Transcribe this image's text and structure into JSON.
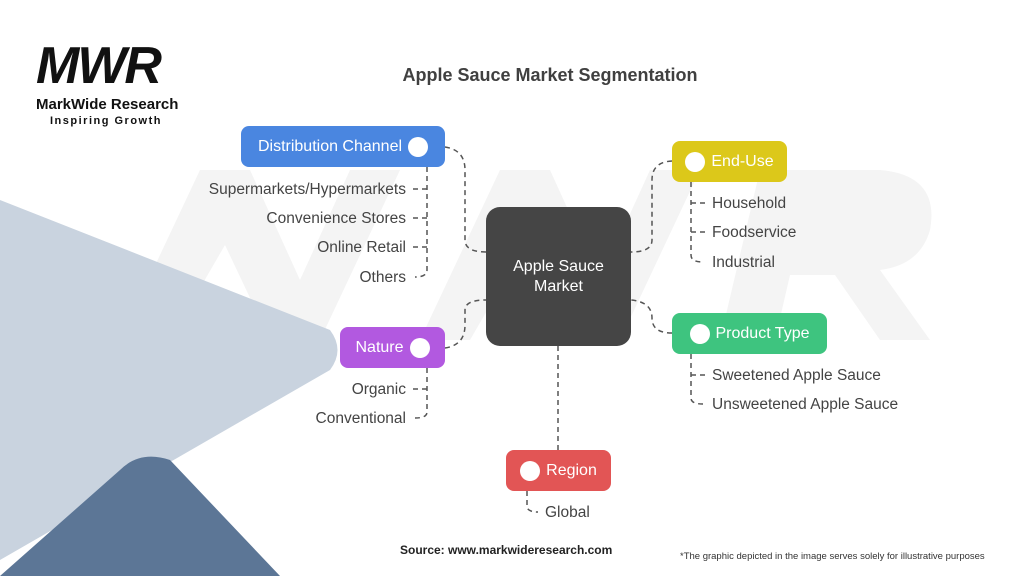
{
  "logo": {
    "mark": "MWR",
    "name": "MarkWide Research",
    "tagline": "Inspiring Growth"
  },
  "title": "Apple Sauce Market Segmentation",
  "center": {
    "line1": "Apple Sauce",
    "line2": "Market"
  },
  "segments": {
    "distribution": {
      "label": "Distribution Channel",
      "icon": "apple-icon",
      "color": "#4a86e0",
      "items": [
        "Supermarkets/Hypermarkets",
        "Convenience Stores",
        "Online Retail",
        "Others"
      ]
    },
    "end_use": {
      "label": "End-Use",
      "icon": "cooking-pot-icon",
      "color": "#dcc81a",
      "items": [
        "Household",
        "Foodservice",
        "Industrial"
      ]
    },
    "nature": {
      "label": "Nature",
      "icon": "apple-hourglass-icon",
      "color": "#b259e0",
      "items": [
        "Organic",
        "Conventional"
      ]
    },
    "product_type": {
      "label": "Product Type",
      "icon": "fruit-leaf-icon",
      "color": "#3ec47f",
      "items": [
        "Sweetened Apple Sauce",
        "Unsweetened Apple Sauce"
      ]
    },
    "region": {
      "label": "Region",
      "icon": "globe-flower-icon",
      "color": "#e25555",
      "items": [
        "Global"
      ]
    }
  },
  "footer": {
    "source": "Source: www.markwideresearch.com",
    "note": "*The graphic depicted in the image serves solely for illustrative purposes"
  }
}
